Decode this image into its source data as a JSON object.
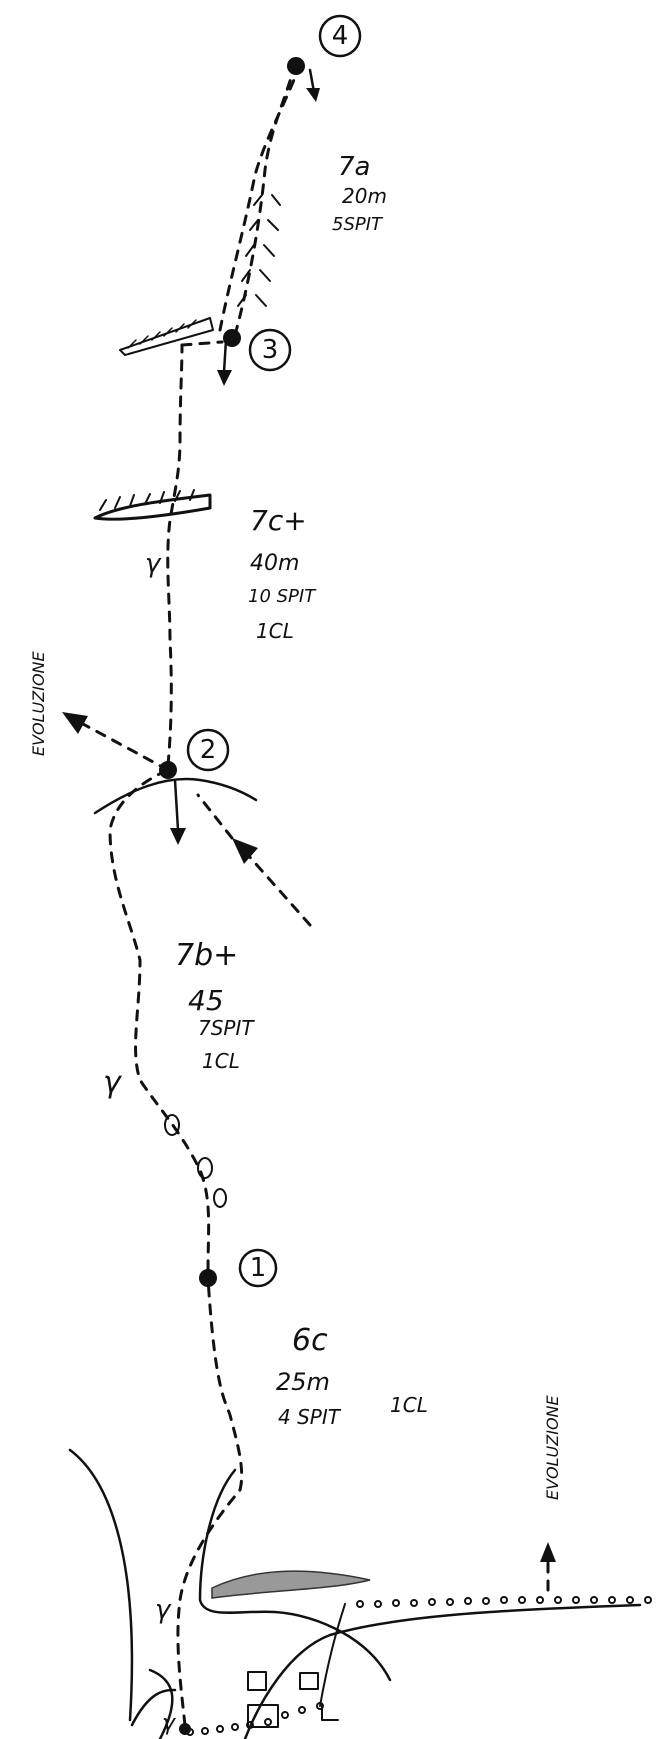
{
  "belays": [
    {
      "number": "1"
    },
    {
      "number": "2"
    },
    {
      "number": "3"
    },
    {
      "number": "4"
    }
  ],
  "pitches": [
    {
      "grade": "7a",
      "length": "20m",
      "bolts": "5SPIT",
      "cams": ""
    },
    {
      "grade": "7c+",
      "length": "40m",
      "bolts": "10 SPIT",
      "cams": "1CL"
    },
    {
      "grade": "7b+",
      "length": "45",
      "bolts": "7SPIT",
      "cams": "1CL"
    },
    {
      "grade": "6c",
      "length": "25m",
      "bolts": "4 SPIT",
      "cams": "1CL"
    }
  ],
  "side_labels": {
    "upper_left": "EVOLUZIONE",
    "lower_right": "EVOLUZIONE"
  },
  "crack_symbol": "γ"
}
